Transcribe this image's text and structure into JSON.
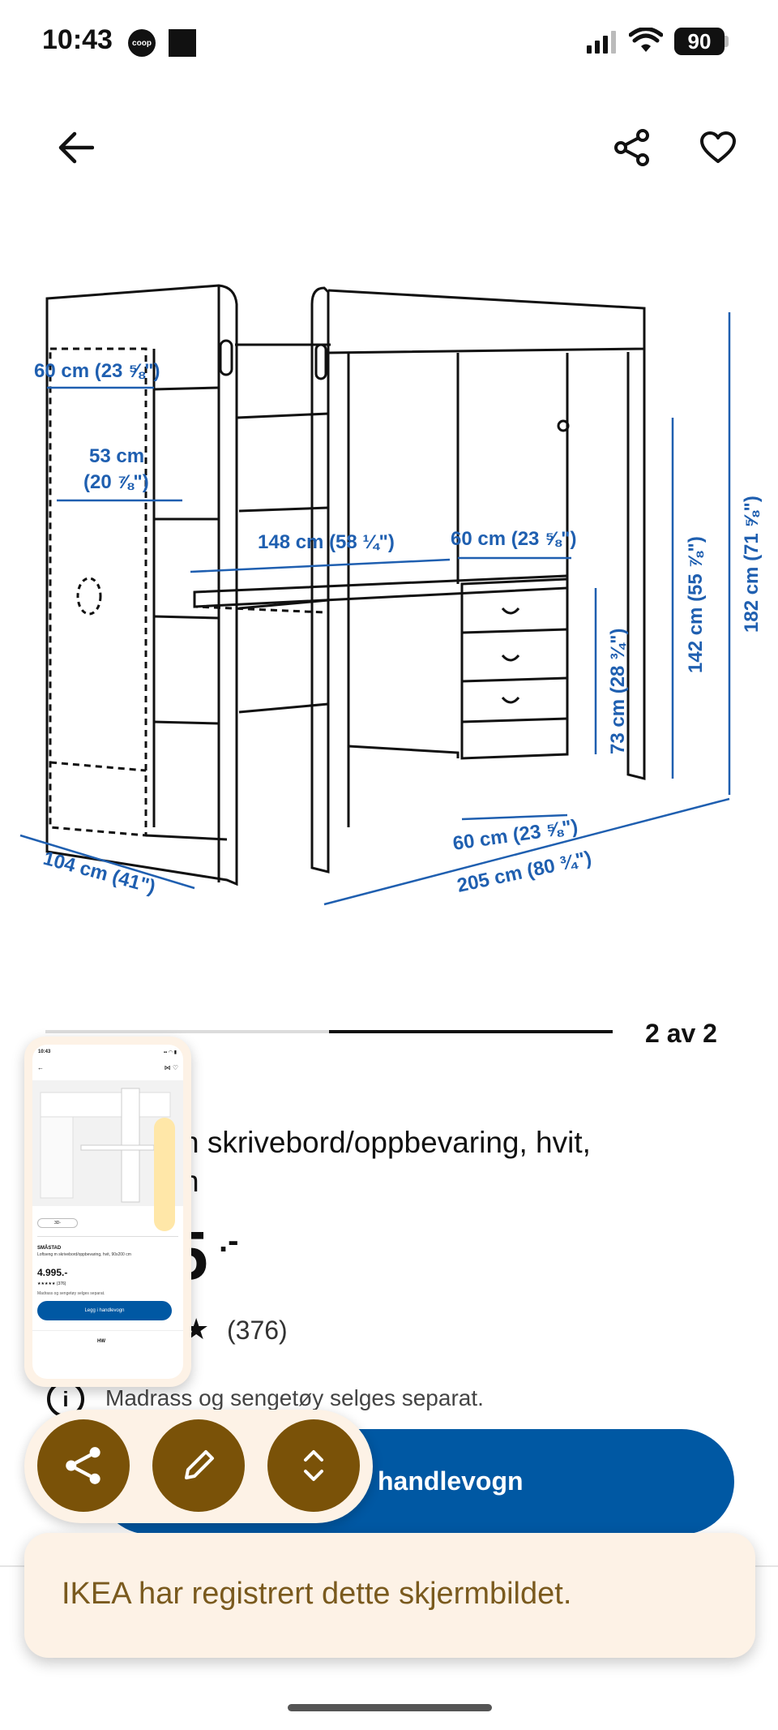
{
  "status_bar": {
    "time": "10:43",
    "carrier_badge": "coop",
    "battery": "90"
  },
  "nav": {
    "back_icon": "arrow-left-icon",
    "share_icon": "share-icon",
    "favorite_icon": "heart-icon"
  },
  "diagram": {
    "dimensions": {
      "wardrobe_width": "60 cm (23 ⅝\")",
      "wardrobe_inner_1": "53 cm",
      "wardrobe_inner_2": "(20 ⅞\")",
      "desk_width": "148 cm (58 ¼\")",
      "desk_depth": "60 cm (23 ⅝\")",
      "desk_height": "73 cm (28 ¾\")",
      "clearance_height": "142 cm (55 ⅞\")",
      "total_height": "182 cm (71 ⅝\")",
      "drawer_depth": "60 cm (23 ⅝\")",
      "total_depth": "104 cm (41\")",
      "total_length": "205 cm (80 ¾\")"
    }
  },
  "gallery": {
    "counter": "2 av 2",
    "progress_fraction": 0.5
  },
  "product": {
    "title_line1": "n skrivebord/oppbevaring, hvit,",
    "title_line2": "n",
    "price_visible": "5",
    "price_suffix": ".-",
    "review_count": "(376)",
    "info_text": "Madrass og sengetøy selges separat.",
    "cart_label": "handlevogn"
  },
  "overlay": {
    "toast_text": "IKEA har registrert dette skjermbildet.",
    "buttons": [
      "share-icon",
      "edit-icon",
      "expand-icon"
    ]
  },
  "thumbnail": {
    "time": "10:43",
    "tag": "3D-",
    "brand": "SMÅSTAD",
    "desc": "Loftseng m skrivebord/oppbevaring, hvit, 90x200 cm",
    "price": "4.995.-",
    "stars": "★★★★★ (376)",
    "info": "Madrass og sengetøy selges separat.",
    "cart": "Legg i handlevogn",
    "tab": "HW"
  },
  "colors": {
    "ikea_blue": "#0058a3",
    "diagram_blue": "#1f5fb0",
    "overlay_brown": "#7a5208",
    "overlay_bg": "#fdf2e6"
  }
}
